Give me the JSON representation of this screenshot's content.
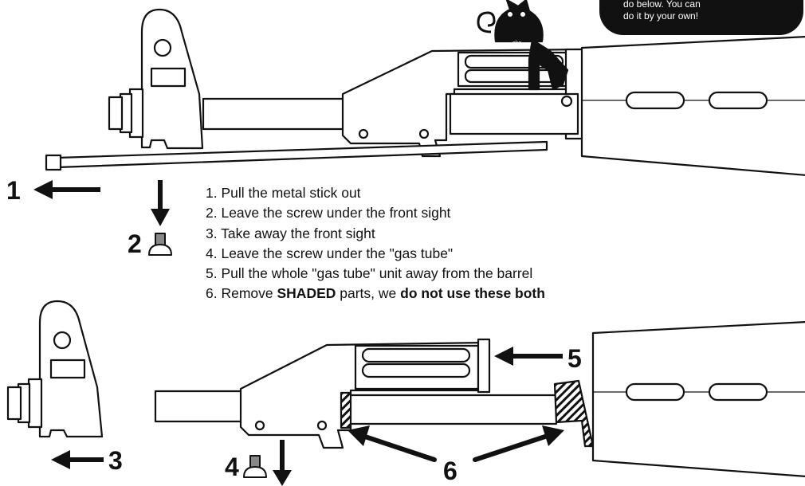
{
  "speech_bubble": {
    "line1": "do below. You can",
    "line2": "do it by your own!"
  },
  "mascot": {
    "badge": "oka"
  },
  "instructions": [
    {
      "number": "1.",
      "parts": [
        {
          "text": "Pull the metal stick out",
          "bold": false
        }
      ]
    },
    {
      "number": "2.",
      "parts": [
        {
          "text": "Leave the screw under the front sight",
          "bold": false
        }
      ]
    },
    {
      "number": "3.",
      "parts": [
        {
          "text": "Take away the front sight",
          "bold": false
        }
      ]
    },
    {
      "number": "4.",
      "parts": [
        {
          "text": "Leave the screw under the \"gas tube\"",
          "bold": false
        }
      ]
    },
    {
      "number": "5.",
      "parts": [
        {
          "text": "Pull the whole \"gas tube\" unit away from the barrel",
          "bold": false
        }
      ]
    },
    {
      "number": "6.",
      "parts": [
        {
          "text": "Remove ",
          "bold": false
        },
        {
          "text": "SHADED",
          "bold": true
        },
        {
          "text": " parts, we ",
          "bold": false
        },
        {
          "text": "do not use these both",
          "bold": true
        }
      ]
    }
  ],
  "step_labels": {
    "s1": "1",
    "s2": "2",
    "s3": "3",
    "s4": "4",
    "s5": "5",
    "s6": "6"
  },
  "colors": {
    "ink": "#111111",
    "paper": "#ffffff"
  }
}
